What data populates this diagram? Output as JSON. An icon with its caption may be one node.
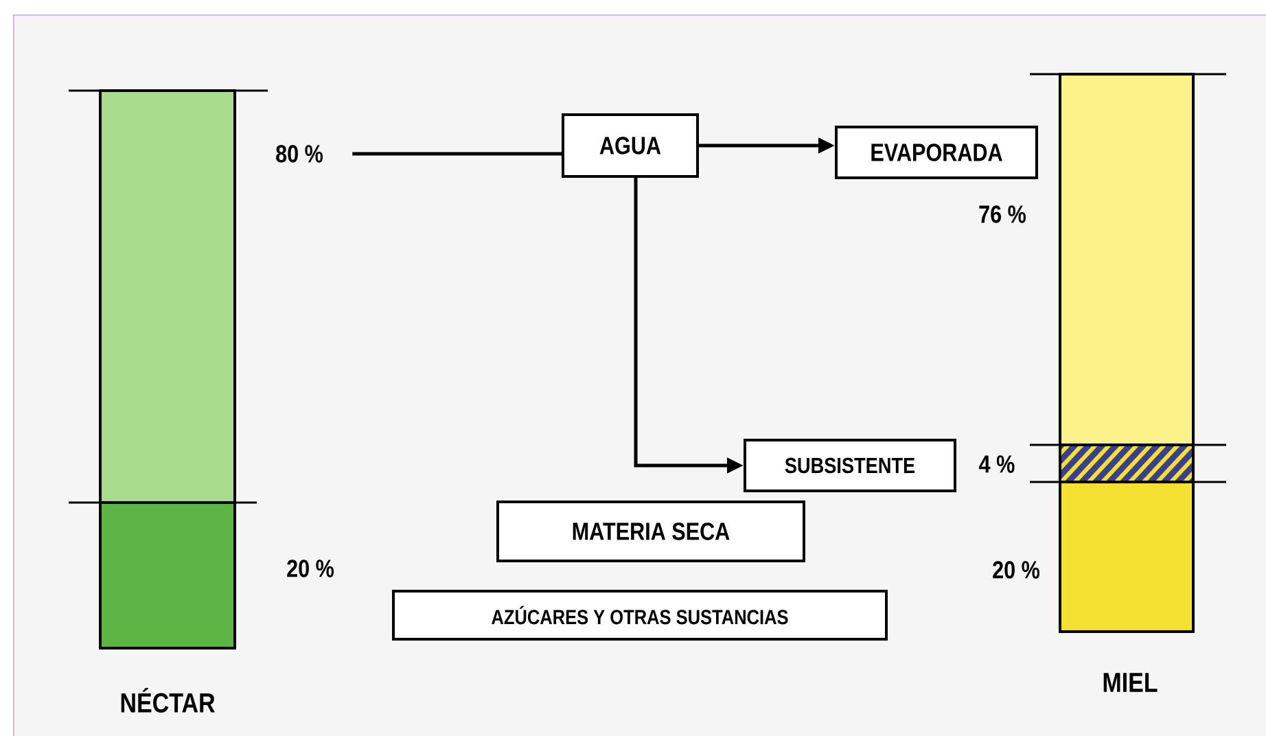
{
  "diagram": {
    "nodes": [
      {
        "text": [
          "80 %"
        ]
      },
      {
        "text": [
          "AGUA"
        ]
      },
      {
        "text": [
          "EVAPORADA"
        ]
      },
      {
        "text": [
          "SUBSISTENTE"
        ]
      },
      {
        "text": [
          "MATERIA SECA"
        ]
      },
      {
        "text": [
          "AZÚCARES Y OTRAS SUSTANCIAS"
        ]
      }
    ],
    "edges": [
      {
        "from": 0,
        "to": 1,
        "arrow": "none"
      },
      {
        "from": 1,
        "to": 2,
        "arrow": "to"
      },
      {
        "from": 1,
        "to": 3,
        "arrow": "to"
      }
    ],
    "labels": [
      "76 %",
      "4 %",
      "20 %",
      "20 %",
      "NÉCTAR",
      "MIEL"
    ]
  }
}
